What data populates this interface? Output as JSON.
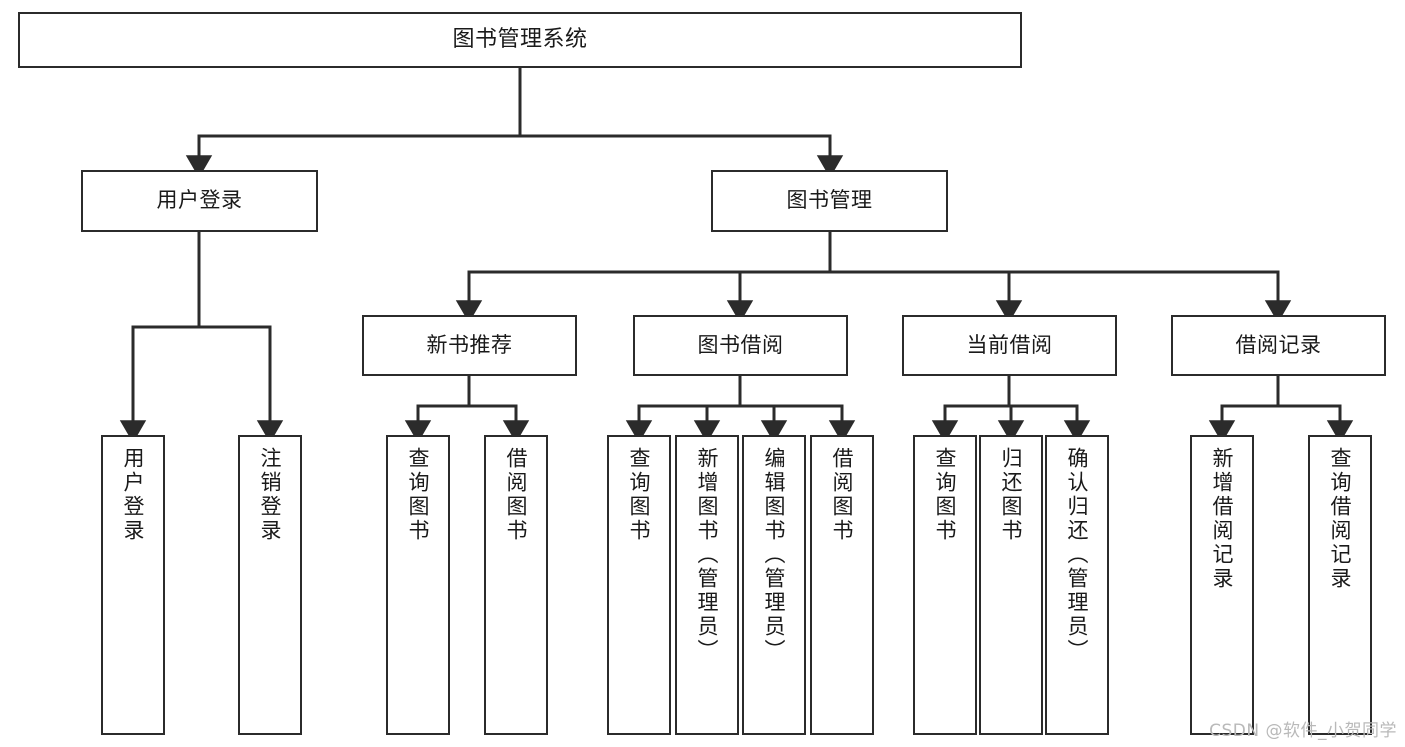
{
  "diagram": {
    "title": "图书管理系统",
    "type": "tree",
    "background_color": "#ffffff",
    "line_color": "#2b2b2b",
    "box_border_color": "#2b2b2b",
    "box_fill_color": "#ffffff",
    "text_color": "#1a1a1a"
  },
  "nodes": {
    "root": {
      "label": "图书管理系统",
      "level": 1
    },
    "user_login": {
      "label": "用户登录",
      "level": 2
    },
    "book_manage": {
      "label": "图书管理",
      "level": 2
    },
    "new_book_rec": {
      "label": "新书推荐",
      "level": 3
    },
    "book_borrow": {
      "label": "图书借阅",
      "level": 3
    },
    "current_borrow": {
      "label": "当前借阅",
      "level": 3
    },
    "borrow_record": {
      "label": "借阅记录",
      "level": 3
    },
    "leaf_user_login": {
      "label": "用户登录",
      "level": 4
    },
    "leaf_logout_login": {
      "label": "注销登录",
      "level": 4
    },
    "leaf_query_book_1": {
      "label": "查询图书",
      "level": 4
    },
    "leaf_borrow_book_1": {
      "label": "借阅图书",
      "level": 4
    },
    "leaf_query_book_2": {
      "label": "查询图书",
      "level": 4
    },
    "leaf_add_book_admin": {
      "label": "新增图书（管理员）",
      "level": 4
    },
    "leaf_edit_book_admin": {
      "label": "编辑图书（管理员）",
      "level": 4
    },
    "leaf_borrow_book_2": {
      "label": "借阅图书",
      "level": 4
    },
    "leaf_query_book_3": {
      "label": "查询图书",
      "level": 4
    },
    "leaf_return_book": {
      "label": "归还图书",
      "level": 4
    },
    "leaf_confirm_return_admin": {
      "label": "确认归还（管理员）",
      "level": 4
    },
    "leaf_add_borrow_record": {
      "label": "新增借阅记录",
      "level": 4
    },
    "leaf_query_borrow_record": {
      "label": "查询借阅记录",
      "level": 4
    }
  },
  "watermark": {
    "text": "CSDN @软件_小贺同学"
  }
}
